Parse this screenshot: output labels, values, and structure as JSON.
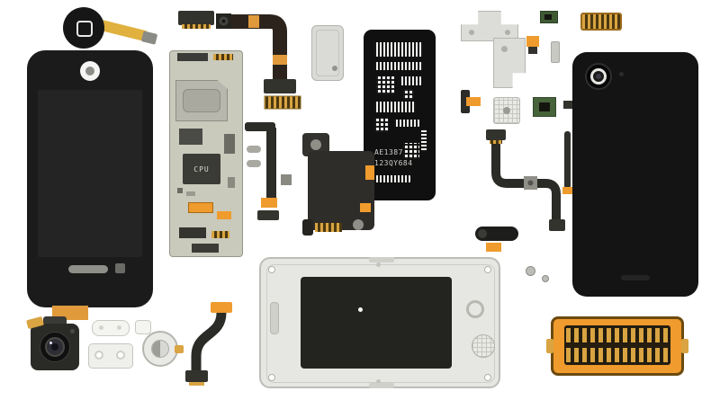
{
  "colors": {
    "background": "#ffffff",
    "accent_orange": "#ef9b2d",
    "flex_orange": "#e09a3c",
    "gold": "#d9a441",
    "part_black": "#1a1a1a",
    "board_beige": "#c9c9bc",
    "metal_gray": "#dcdcd8"
  },
  "battery": {
    "serial_line1": "AE1387",
    "serial_line2": "123QY684"
  },
  "logic_board": {
    "cpu_label": "CPU"
  }
}
